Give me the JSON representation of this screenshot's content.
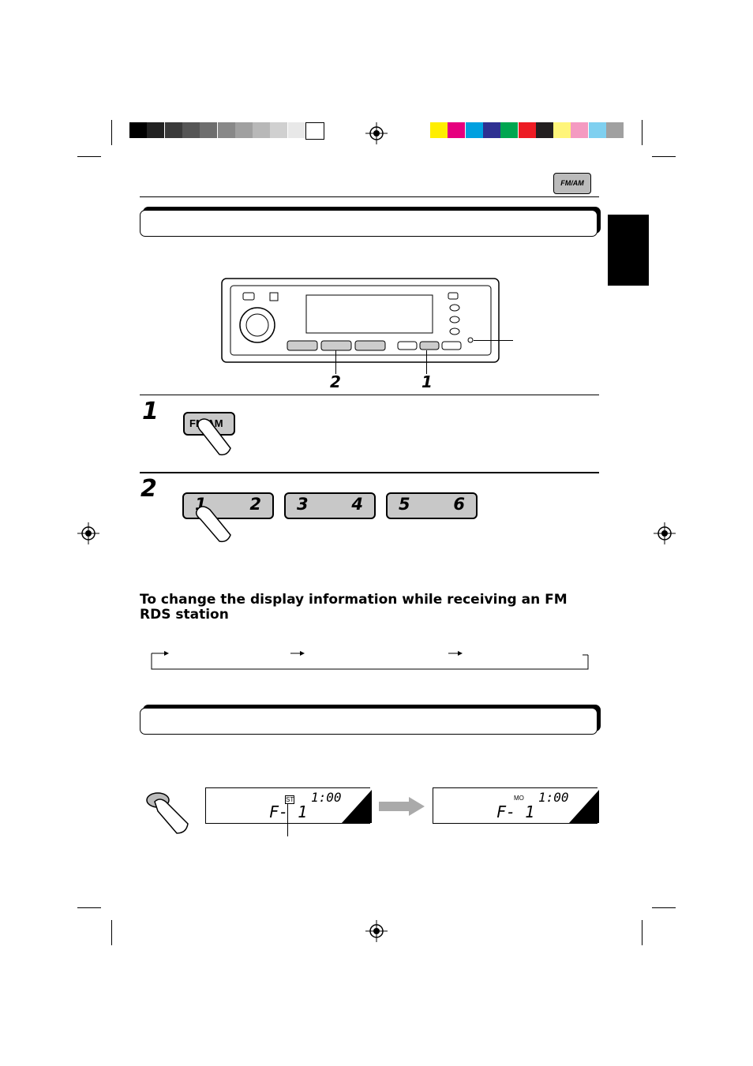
{
  "header": {
    "fm_am_icon_label": "FM/AM"
  },
  "color_bar": {
    "gray_swatches": [
      "#000000",
      "#222222",
      "#3a3a3a",
      "#555555",
      "#6e6e6e",
      "#888888",
      "#a0a0a0",
      "#b8b8b8",
      "#d0d0d0",
      "#e8e8e8",
      "#ffffff"
    ],
    "color_swatches": [
      "#ffee00",
      "#e6007e",
      "#00a0e0",
      "#2e3192",
      "#00a650",
      "#ed1c24",
      "#231f20",
      "#fff57a",
      "#f49ac1",
      "#7fd0f0",
      "#a0a0a0"
    ]
  },
  "unit_callouts": {
    "left": "2",
    "right": "1"
  },
  "step1": {
    "number": "1",
    "button_label": "FM/AM"
  },
  "step2": {
    "number": "2",
    "presets": [
      {
        "left": "1",
        "right": "2"
      },
      {
        "left": "3",
        "right": "4"
      },
      {
        "left": "5",
        "right": "6"
      }
    ]
  },
  "rds_heading": "To change the display information while receiving an FM RDS station",
  "lcd_before": {
    "band": "F- 1",
    "clock": "1:00",
    "indicator": "ST"
  },
  "lcd_after": {
    "band": "F- 1",
    "clock": "1:00",
    "indicator": "MO"
  }
}
